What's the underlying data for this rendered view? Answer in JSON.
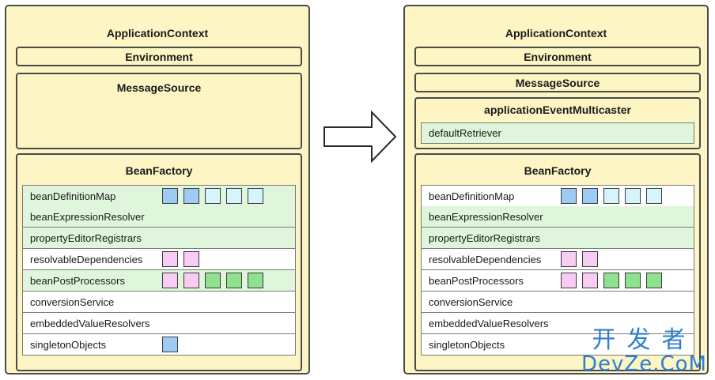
{
  "colors": {
    "panel_bg": "#fdf5c4",
    "row_white": "#ffffff",
    "row_green": "#dff5dc",
    "sq_blue": "#9ecbf4",
    "sq_cyan": "#d6f4fb",
    "sq_pink": "#f9cdf3",
    "sq_green": "#8fe08f"
  },
  "left": {
    "title": "ApplicationContext",
    "environment": "Environment",
    "message_source": "MessageSource",
    "bean_factory": {
      "title": "BeanFactory",
      "rows": [
        {
          "label": "beanDefinitionMap",
          "bg": "green",
          "squares": [
            "blue",
            "blue",
            "cyan",
            "cyan",
            "cyan"
          ]
        },
        {
          "label": "beanExpressionResolver",
          "bg": "green",
          "squares": []
        },
        {
          "label": "propertyEditorRegistrars",
          "bg": "green",
          "squares": []
        },
        {
          "label": "resolvableDependencies",
          "bg": "white",
          "squares": [
            "pink",
            "pink"
          ]
        },
        {
          "label": "beanPostProcessors",
          "bg": "green",
          "squares": [
            "pink",
            "pink",
            "green",
            "green",
            "green"
          ]
        },
        {
          "label": "conversionService",
          "bg": "white",
          "squares": []
        },
        {
          "label": "embeddedValueResolvers",
          "bg": "white",
          "squares": []
        },
        {
          "label": "singletonObjects",
          "bg": "white",
          "squares": [
            "blue"
          ]
        }
      ]
    }
  },
  "right": {
    "title": "ApplicationContext",
    "environment": "Environment",
    "message_source": "MessageSource",
    "event_multicaster": {
      "title": "applicationEventMulticaster",
      "row": "defaultRetriever"
    },
    "bean_factory": {
      "title": "BeanFactory",
      "rows": [
        {
          "label": "beanDefinitionMap",
          "bg": "white",
          "squares": [
            "blue",
            "blue",
            "cyan",
            "cyan",
            "cyan"
          ]
        },
        {
          "label": "beanExpressionResolver",
          "bg": "green",
          "squares": []
        },
        {
          "label": "propertyEditorRegistrars",
          "bg": "green",
          "squares": []
        },
        {
          "label": "resolvableDependencies",
          "bg": "white",
          "squares": [
            "pink",
            "pink"
          ]
        },
        {
          "label": "beanPostProcessors",
          "bg": "white",
          "squares": [
            "pink",
            "pink",
            "green",
            "green",
            "green"
          ]
        },
        {
          "label": "conversionService",
          "bg": "white",
          "squares": []
        },
        {
          "label": "embeddedValueResolvers",
          "bg": "white",
          "squares": []
        },
        {
          "label": "singletonObjects",
          "bg": "white",
          "squares": []
        }
      ]
    }
  },
  "watermark": {
    "line1": "开发者",
    "line2": "DevZe.CoM"
  }
}
